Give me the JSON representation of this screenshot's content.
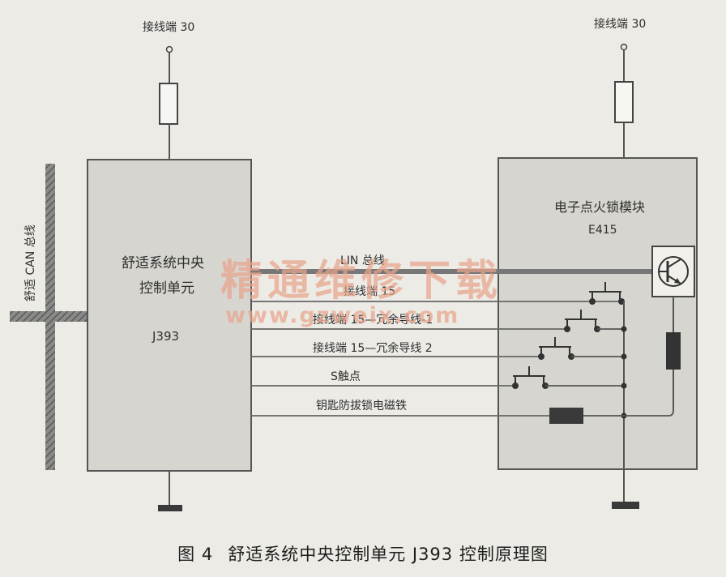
{
  "terminal_left": "接线端 30",
  "terminal_right": "接线端 30",
  "can_bus_label": "舒适 CAN 总线",
  "unit_left": {
    "name_line1": "舒适系统中央",
    "name_line2": "控制单元",
    "code": "J393"
  },
  "unit_right": {
    "name": "电子点火锁模块",
    "code": "E415"
  },
  "wires": [
    "LIN 总线",
    "接线端 15",
    "接线端 15—冗余导线-1",
    "接线端 15—冗余导线 2",
    "S触点",
    "钥匙防拔锁电磁铁"
  ],
  "watermark": {
    "title": "精通维修下载",
    "url": "www.gzweix.com"
  },
  "caption": {
    "figure": "图 4",
    "text": "舒适系统中央控制单元 J393 控制原理图"
  }
}
